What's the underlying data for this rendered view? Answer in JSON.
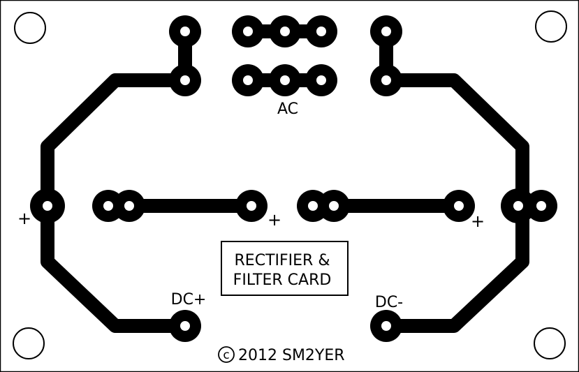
{
  "labels": {
    "ac": "AC",
    "dc_plus": "DC+",
    "dc_minus": "DC-",
    "plus_left": "+",
    "plus_cap1": "+",
    "plus_cap2": "+",
    "title_line1": "RECTIFIER &",
    "title_line2": "FILTER CARD",
    "copyright_symbol": "c",
    "copyright": "2012 SM2YER"
  },
  "colors": {
    "copper": "#000000",
    "background": "#ffffff",
    "drill": "#ffffff"
  },
  "icons": {
    "mounting_hole": "mounting-hole-icon",
    "pad": "pad-icon"
  }
}
